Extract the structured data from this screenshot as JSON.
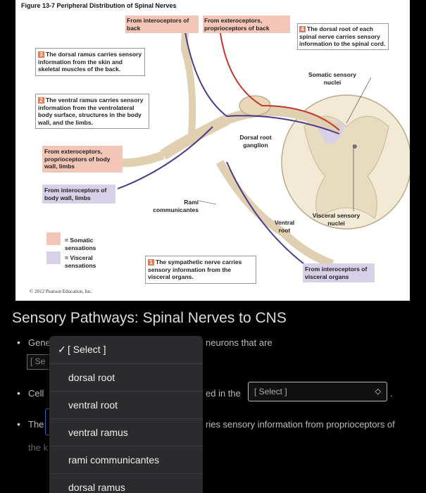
{
  "figure": {
    "title": "Figure 13-7 Peripheral Distribution of Spinal Nerves",
    "labels": {
      "from_interoceptors_back": "From interoceptors of back",
      "from_exteroceptors_proprioceptors_back": "From exteroceptors, proprioceptors of back",
      "dorsal_root_desc": "The dorsal root of each spinal nerve carries sensory information to the spinal cord.",
      "somatic_nuclei": "Somatic sensory nuclei",
      "dorsal_ramus_desc": "The dorsal ramus carries sensory information from the skin and skeletal muscles of the back.",
      "ventral_ramus_desc": "The ventral ramus carries sensory information from the ventrolateral body surface, structures in the body wall, and the limbs.",
      "dorsal_root_ganglion": "Dorsal root ganglion",
      "from_exteroceptors_body_wall": "From exteroceptors, proprioceptors of body wall, limbs",
      "from_interoceptors_body_wall": "From interoceptors of body wall, limbs",
      "rami_communicantes": "Rami communicantes",
      "ventral_root": "Ventral root",
      "visceral_nuclei": "Visceral sensory nuclei",
      "legend_somatic": "Somatic sensations",
      "legend_visceral": "Visceral sensations",
      "sympathetic_desc": "The sympathetic nerve carries sensory information from the visceral organs.",
      "from_interoceptors_visceral": "From interoceptors of visceral organs"
    },
    "step_numbers": {
      "s1": "1",
      "s2": "2",
      "s3": "3",
      "s4": "4"
    },
    "copyright": "© 2012 Pearson Education, Inc."
  },
  "question": {
    "heading": "Sensory Pathways: Spinal Nerves to CNS",
    "q1_start": "Gene",
    "q1_end": "neurons that are",
    "q1_select_stub": "[ Se",
    "q2_start": "Cell",
    "q2_end": "ed in the",
    "q2_select_placeholder": "[ Select ]",
    "q3_start": "The",
    "q3_end": "ries sensory information from proprioceptors of",
    "q3_line2": "the k"
  },
  "dropdown": {
    "check": "✓",
    "items": [
      "[ Select ]",
      "dorsal root",
      "ventral root",
      "ventral ramus",
      "rami communicantes",
      "dorsal ramus"
    ]
  },
  "colors": {
    "somatic": "#f4c6b8",
    "visceral": "#d8cfe8",
    "nerve": "#e8dcc8"
  }
}
